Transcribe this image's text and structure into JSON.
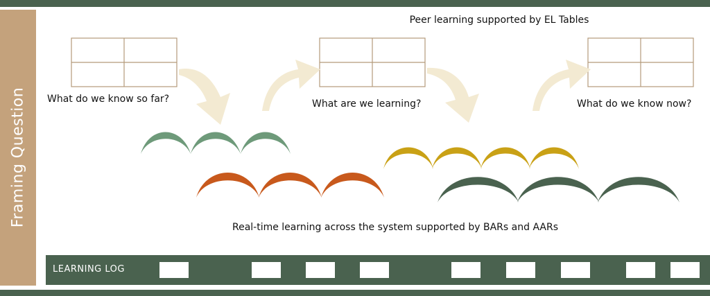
{
  "side_label": "Framing Question",
  "heading": "Peer learning supported by EL Tables",
  "questions": {
    "q1": "What do we know so far?",
    "q2": "What are we learning?",
    "q3": "What do we know now?"
  },
  "caption": "Real-time learning across the system supported by BARs and AARs",
  "learning_log": {
    "title": "LEARNING LOG"
  },
  "colors": {
    "dark_green": "#4a624f",
    "tan": "#c4a27c",
    "table_line": "#b39a7a",
    "arrow": "#f3ead2",
    "sage_arcs": "#6e9a7a",
    "orange_arcs": "#c8591c",
    "gold_arcs": "#c9a116",
    "forest_arcs": "#4a624f"
  }
}
